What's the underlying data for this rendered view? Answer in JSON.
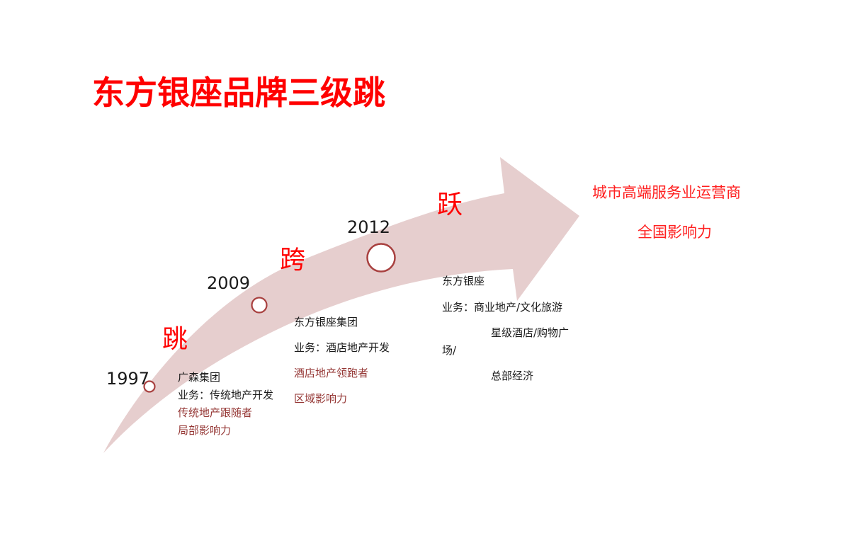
{
  "title": "东方银座品牌三级跳",
  "colors": {
    "title": "#ff0000",
    "arrow_fill": "#e6cece",
    "milestone_stroke": "#a8403f",
    "accent_text": "#953735",
    "goal_text": "#ff2020"
  },
  "stages": [
    {
      "label": "跳"
    },
    {
      "label": "跨"
    },
    {
      "label": "跃"
    }
  ],
  "milestones": [
    {
      "year": "1997",
      "company": "广森集团",
      "business": "业务：传统地产开发",
      "position": "传统地产跟随者",
      "influence": "局部影响力"
    },
    {
      "year": "2009",
      "company": "东方银座集团",
      "business": "业务：酒店地产开发",
      "position": "酒店地产领跑者",
      "influence": "区域影响力"
    },
    {
      "year": "2012",
      "company": "东方银座",
      "business_line1": "业务：商业地产/文化旅游",
      "business_line2": "星级酒店/购物广",
      "business_line3": "场/",
      "business_line4": "总部经济"
    }
  ],
  "goal": {
    "line1": "城市高端服务业运营商",
    "line2": "全国影响力"
  }
}
